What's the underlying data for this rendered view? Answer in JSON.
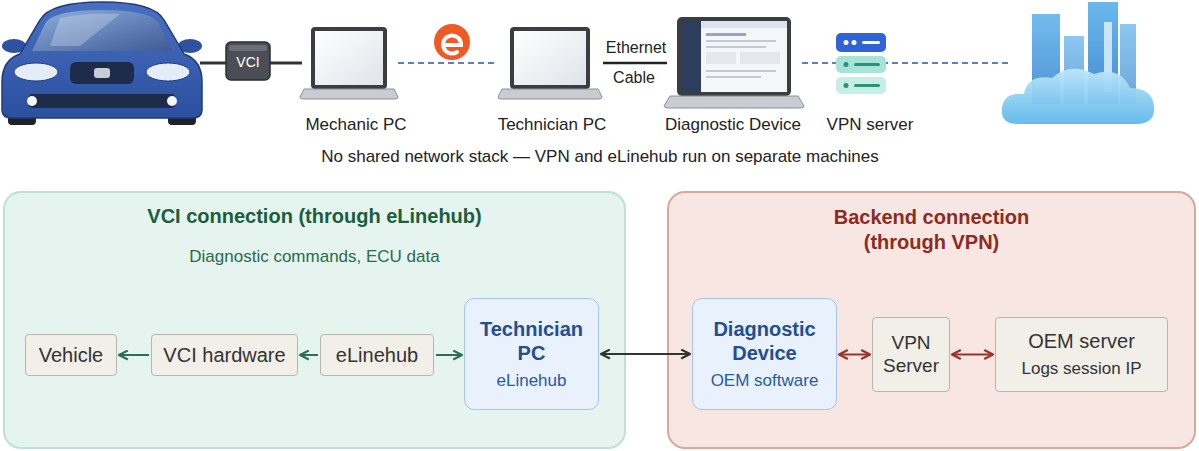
{
  "diagram": {
    "nodes": [
      {
        "text": [
          "VCI connection (through eLinehub)",
          "Diagnostic commands, ECU data"
        ]
      },
      {
        "text": [
          "Vehicle"
        ],
        "in": 0
      },
      {
        "text": [
          "VCI hardware"
        ],
        "in": 0
      },
      {
        "text": [
          "eLinehub"
        ],
        "in": 0
      },
      {
        "text": [
          "Technician PC",
          "eLinehub"
        ],
        "in": 0
      },
      {
        "text": [
          "Backend connection (through VPN)"
        ]
      },
      {
        "text": [
          "Diagnostic Device",
          "OEM software"
        ],
        "in": 5
      },
      {
        "text": [
          "VPN Server"
        ],
        "in": 5
      },
      {
        "text": [
          "OEM server",
          "Logs session IP"
        ],
        "in": 5
      }
    ],
    "edges": [
      {
        "from": 2,
        "to": 1,
        "arrow": "to"
      },
      {
        "from": 3,
        "to": 2,
        "arrow": "to"
      },
      {
        "from": 3,
        "to": 4,
        "arrow": "to"
      },
      {
        "from": 4,
        "to": 6,
        "arrow": "both"
      },
      {
        "from": 6,
        "to": 7,
        "arrow": "both"
      },
      {
        "from": 7,
        "to": 8,
        "arrow": "both"
      }
    ],
    "labels": [
      "VCI",
      "Mechanic PC",
      "Technician PC",
      "Ethernet",
      "Cable",
      "Diagnostic Device",
      "VPN server",
      "No shared network stack — VPN and eLinehub run on separate machines"
    ]
  }
}
